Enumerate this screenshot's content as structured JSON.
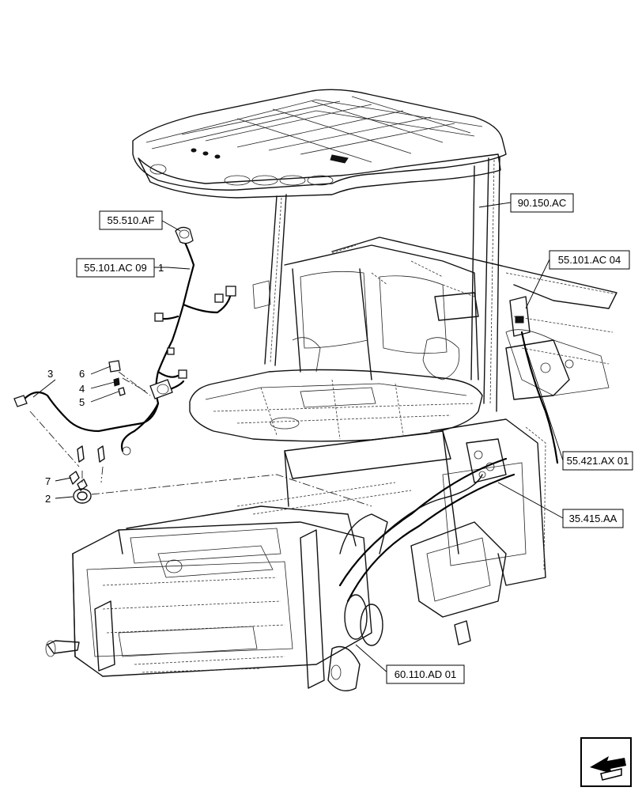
{
  "references": [
    {
      "id": "ref-55-510-af",
      "label": "55.510.AF"
    },
    {
      "id": "ref-55-101-ac-09",
      "label": "55.101.AC 09"
    },
    {
      "id": "ref-90-150-ac",
      "label": "90.150.AC"
    },
    {
      "id": "ref-55-101-ac-04",
      "label": "55.101.AC 04"
    },
    {
      "id": "ref-55-421-ax-01",
      "label": "55.421.AX 01"
    },
    {
      "id": "ref-35-415-aa",
      "label": "35.415.AA"
    },
    {
      "id": "ref-60-110-ad-01",
      "label": "60.110.AD 01"
    }
  ],
  "callouts": [
    "1",
    "2",
    "3",
    "4",
    "5",
    "6",
    "7"
  ],
  "nav_icon": "arrow-back-icon"
}
